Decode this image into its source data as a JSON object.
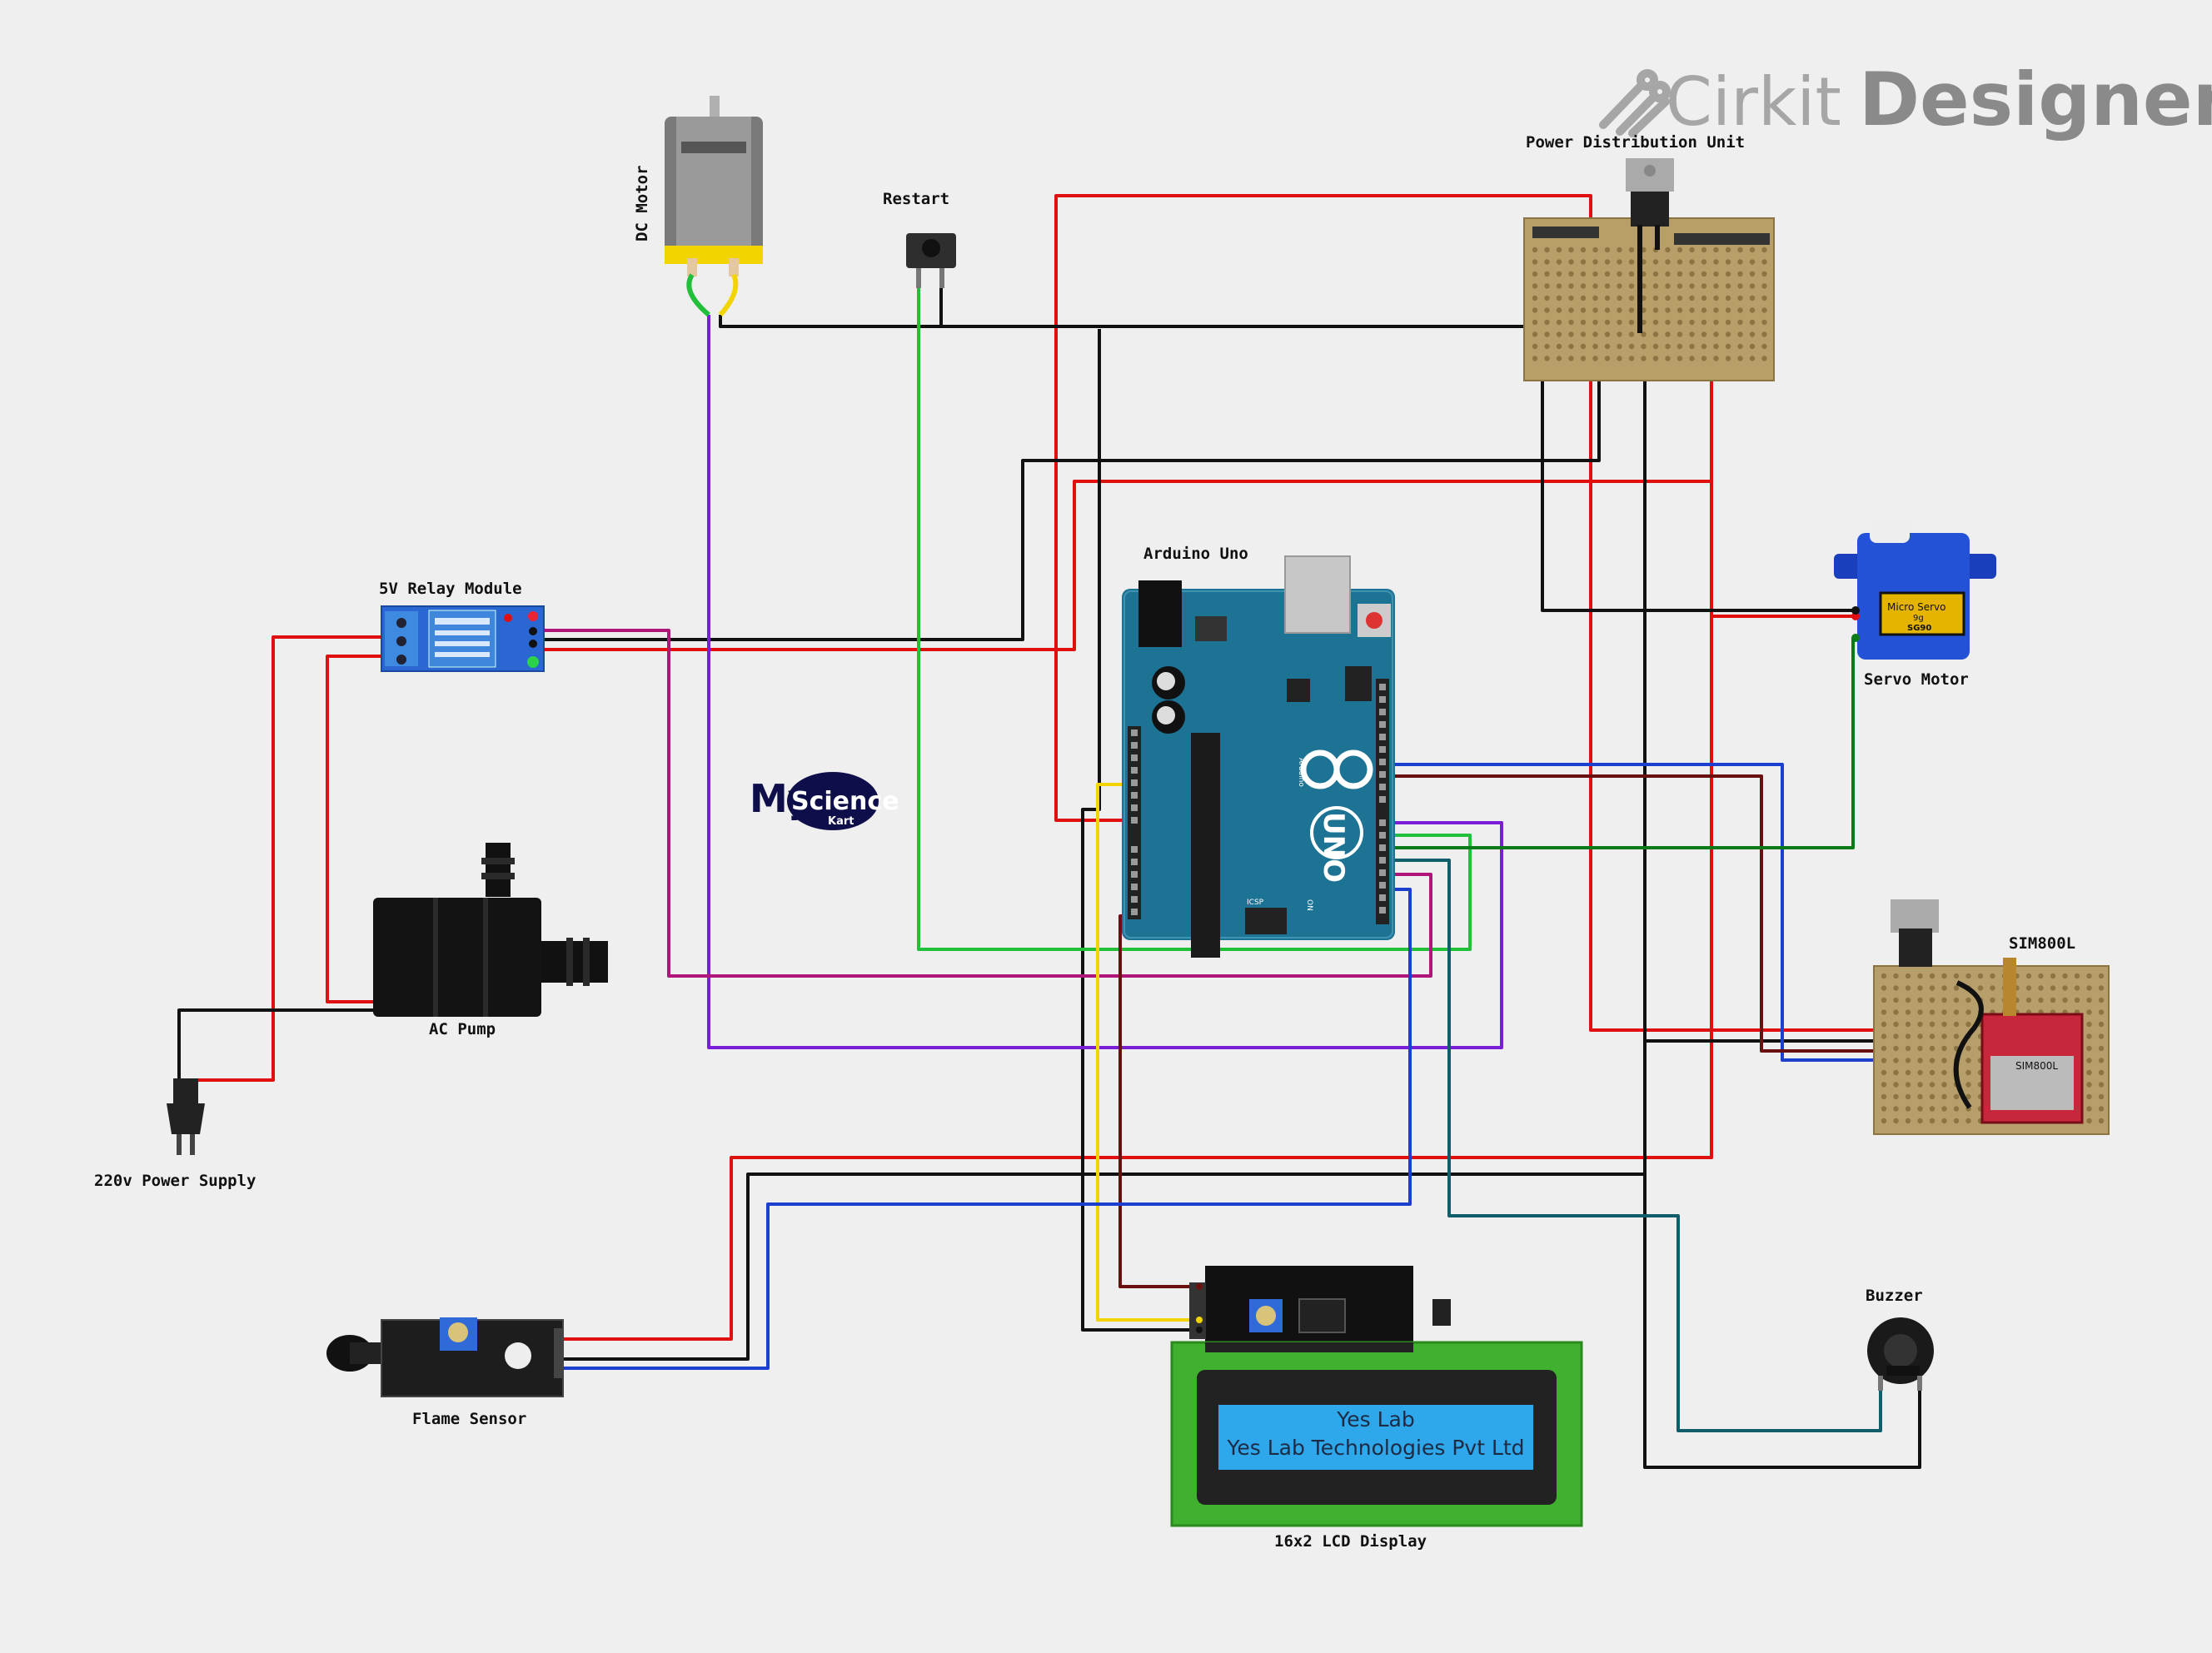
{
  "watermark": {
    "part1": "Cirkit",
    "part2": "Designer"
  },
  "components": {
    "dc_motor": "DC Motor",
    "restart": "Restart",
    "pdu": "Power Distribution Unit",
    "relay": "5V Relay Module",
    "arduino": "Arduino Uno",
    "servo": "Servo Motor",
    "pump": "AC Pump",
    "sim": "SIM800L",
    "power": "220v Power Supply",
    "buzzer": "Buzzer",
    "flame": "Flame Sensor",
    "lcd": "16x2 LCD Display"
  },
  "lcd_text": {
    "line1": "Yes Lab",
    "line2": "Yes Lab Technologies Pvt Ltd"
  },
  "logo": {
    "my": "My",
    "science": "Science",
    "kart": "Kart"
  },
  "arduino_marks": {
    "brand": "Arduino",
    "model": "UNO",
    "icsp": "ICSP",
    "on": "ON"
  },
  "servo_marks": {
    "brand": "Micro Servo",
    "size": "9g",
    "model": "SG90"
  },
  "sim_marks": {
    "model": "SIM800L"
  },
  "colors": {
    "red": "#e01010",
    "black": "#111111",
    "green": "#22c03a",
    "purple": "#7a1fd6",
    "magenta": "#b0167a",
    "yellow": "#f2d400",
    "blue": "#1d3fcf",
    "maroon": "#6a1010",
    "dkgreen": "#0b7a18",
    "teal": "#125d6a",
    "arduino": "#1d7394",
    "lcd_green": "#3fb12e"
  }
}
